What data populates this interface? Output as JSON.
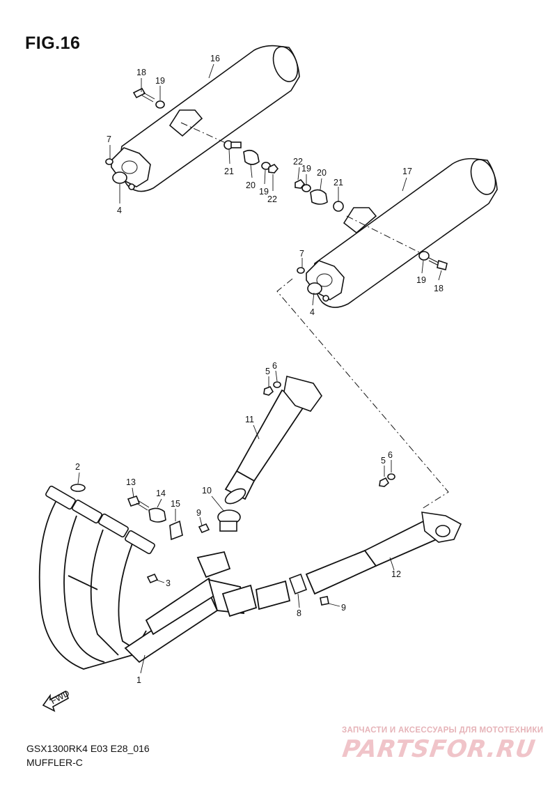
{
  "figure": {
    "title": "FIG.16",
    "model_code": "GSX1300RK4 E03 E28_016",
    "section_name": "MUFFLER-C"
  },
  "watermark": {
    "tagline": "ЗАПЧАСТИ И АКСЕССУАРЫ ДЛЯ МОТОТЕХНИКИ",
    "brand": "PARTSFOR.RU"
  },
  "fwd_badge": "FWD",
  "callouts": {
    "c1": "1",
    "c2": "2",
    "c3": "3",
    "c4a": "4",
    "c4b": "4",
    "c5a": "5",
    "c5b": "5",
    "c6a": "6",
    "c6b": "6",
    "c7a": "7",
    "c7b": "7",
    "c8": "8",
    "c9a": "9",
    "c9b": "9",
    "c10": "10",
    "c11": "11",
    "c12": "12",
    "c13": "13",
    "c14": "14",
    "c15": "15",
    "c16": "16",
    "c17": "17",
    "c18a": "18",
    "c18b": "18",
    "c19a": "19",
    "c19b": "19",
    "c19c": "19",
    "c19d": "19",
    "c20a": "20",
    "c20b": "20",
    "c21a": "21",
    "c21b": "21",
    "c22a": "22",
    "c22b": "22"
  }
}
